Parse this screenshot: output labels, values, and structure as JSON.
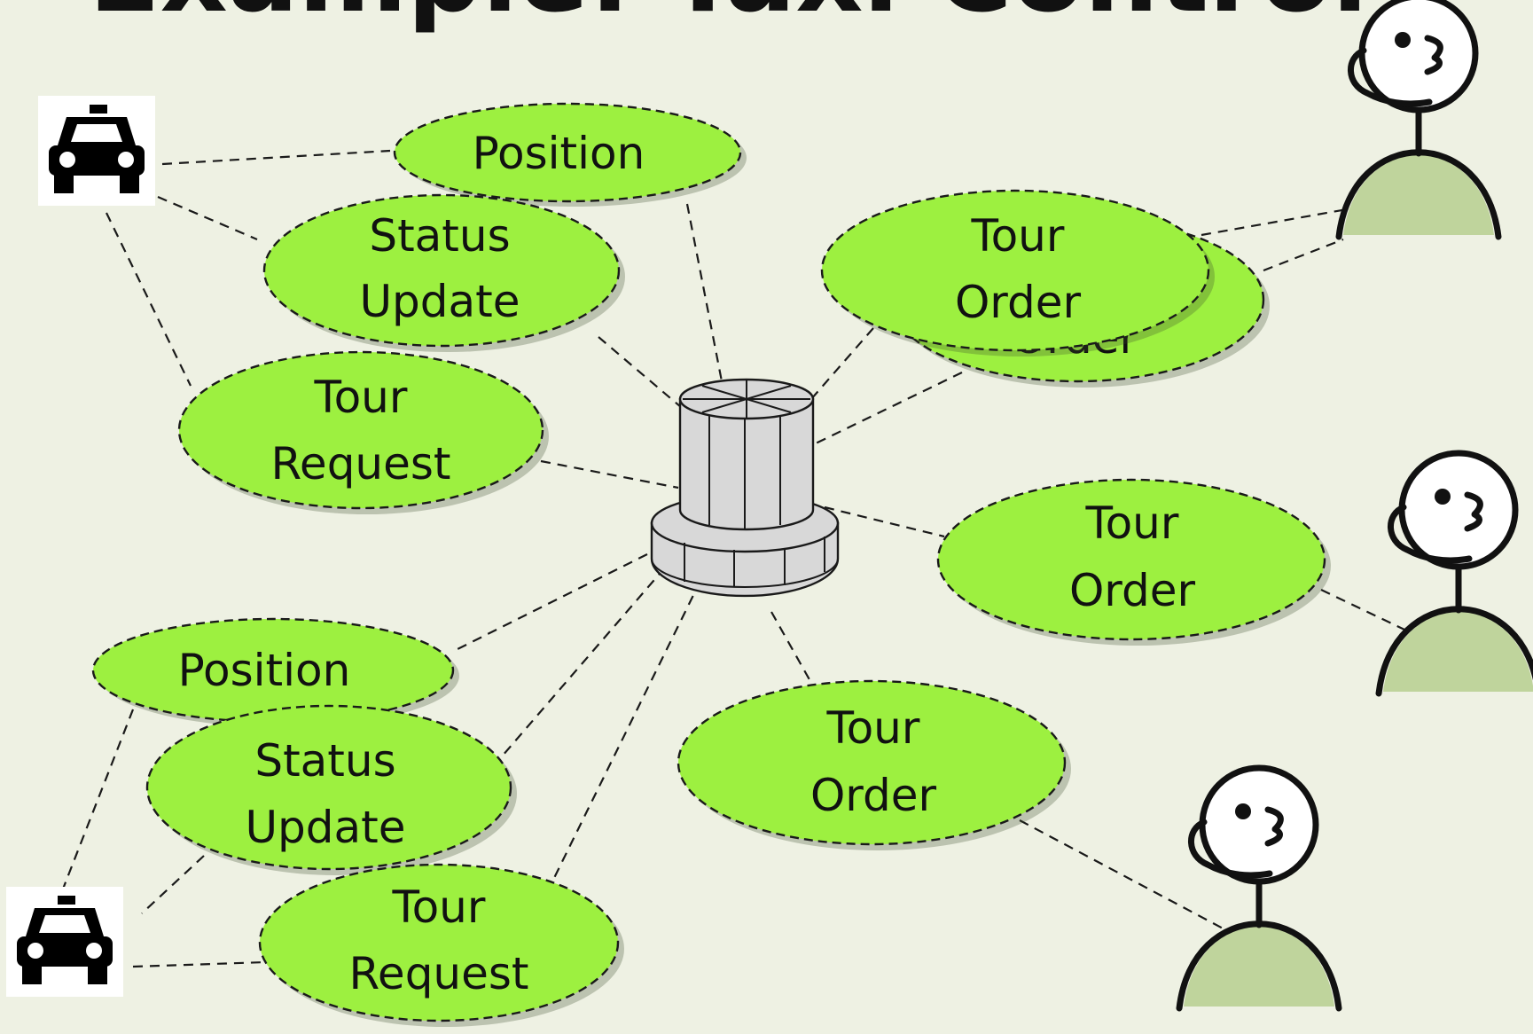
{
  "title": "Example: Taxi Control",
  "bubbles": {
    "position_top": "Position",
    "status_top_1": "Status",
    "status_top_2": "Update",
    "request_top_1": "Tour",
    "request_top_2": "Request",
    "order_front_1": "Tour",
    "order_front_2": "Order",
    "order_back_2": "Order",
    "order_mid_1": "Tour",
    "order_mid_2": "Order",
    "order_low_1": "Tour",
    "order_low_2": "Order",
    "position_bottom": "Position",
    "status_bottom_1": "Status",
    "status_bottom_2": "Update",
    "request_bottom_1": "Tour",
    "request_bottom_2": "Request"
  },
  "icons": {
    "taxi": "taxi-icon",
    "database": "database-icon",
    "operator": "operator-icon"
  },
  "colors": {
    "background": "#eef1e3",
    "bubble_fill": "#9df040",
    "person_body": "#bfd49c"
  }
}
